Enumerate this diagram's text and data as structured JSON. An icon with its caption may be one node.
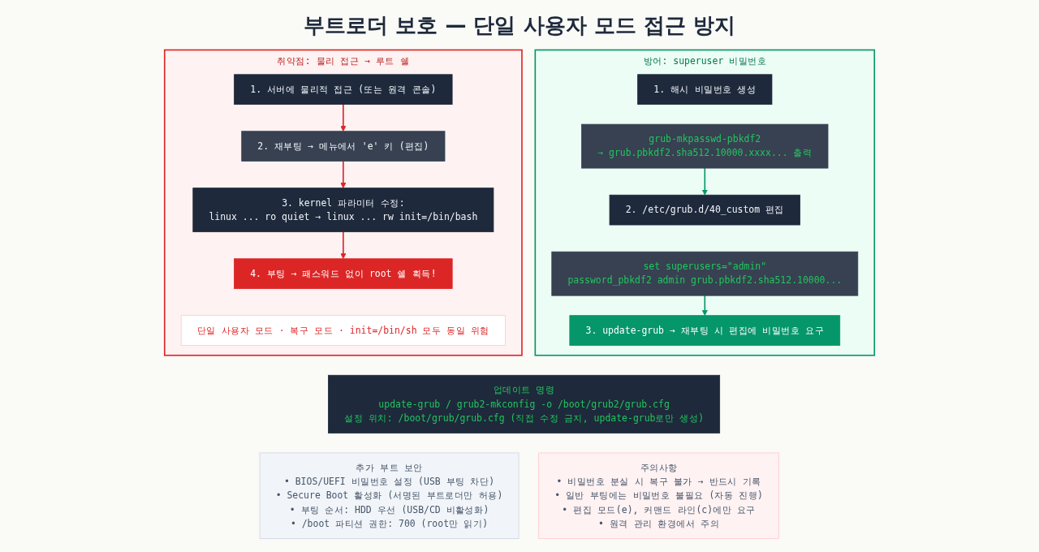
{
  "diagram": {
    "title": "부트로더 보호 — 단일 사용자 모드 접근 방지",
    "nodes": [
      {
        "text": [
          "취약점: 물리 접근 → 루트 쉘"
        ]
      },
      {
        "text": [
          "1. 서버에 물리적 접근 (또는 원격 콘솔)"
        ],
        "in": 0
      },
      {
        "text": [
          "2. 재부팅 → 메뉴에서 'e' 키 (편집)"
        ],
        "in": 0
      },
      {
        "text": [
          "3. kernel 파라미터 수정:",
          "linux ... ro quiet → linux ... rw init=/bin/bash"
        ],
        "in": 0
      },
      {
        "text": [
          "4. 부팅 → 패스워드 없이 root 쉘 획득!"
        ],
        "in": 0
      },
      {
        "text": [
          "단일 사용자 모드 · 복구 모드 · init=/bin/sh 모두 동일 위험"
        ],
        "in": 0
      },
      {
        "text": [
          "방어: superuser 비밀번호"
        ]
      },
      {
        "text": [
          "1. 해시 비밀번호 생성"
        ],
        "in": 6
      },
      {
        "text": [
          "grub-mkpasswd-pbkdf2",
          "→ grub.pbkdf2.sha512.10000.xxxx... 출력"
        ],
        "in": 6
      },
      {
        "text": [
          "2. /etc/grub.d/40_custom 편집"
        ],
        "in": 6
      },
      {
        "text": [
          "set superusers=\"admin\"",
          "password_pbkdf2 admin grub.pbkdf2.sha512.10000..."
        ],
        "in": 6
      },
      {
        "text": [
          "3. update-grub → 재부팅 시 편집에 비밀번호 요구"
        ],
        "in": 6
      },
      {
        "text": [
          "업데이트 명령",
          "update-grub / grub2-mkconfig -o /boot/grub2/grub.cfg",
          "설정 위치: /boot/grub/grub.cfg (직접 수정 금지, update-grub로만 생성)"
        ]
      },
      {
        "text": [
          "추가 부트 보안",
          "• BIOS/UEFI 비밀번호 설정 (USB 부팅 차단)",
          "• Secure Boot 활성화 (서명된 부트로더만 허용)",
          "• 부팅 순서: HDD 우선 (USB/CD 비활성화)",
          "• /boot 파티션 권한: 700 (root만 읽기)"
        ]
      },
      {
        "text": [
          "주의사항",
          "• 비밀번호 분실 시 복구 불가 → 반드시 기록",
          "• 일반 부팅에는 비밀번호 불필요 (자동 진행)",
          "• 편집 모드(e), 커맨드 라인(c)에만 요구",
          "• 원격 관리 환경에서 주의"
        ]
      }
    ],
    "edges": [
      {
        "from": 1,
        "to": 2,
        "arrow": "to"
      },
      {
        "from": 2,
        "to": 3,
        "arrow": "to"
      },
      {
        "from": 3,
        "to": 4,
        "arrow": "to"
      },
      {
        "from": 8,
        "to": 9,
        "arrow": "to",
        "color": "#059669"
      },
      {
        "from": 10,
        "to": 11,
        "arrow": "to",
        "color": "#059669"
      }
    ]
  }
}
